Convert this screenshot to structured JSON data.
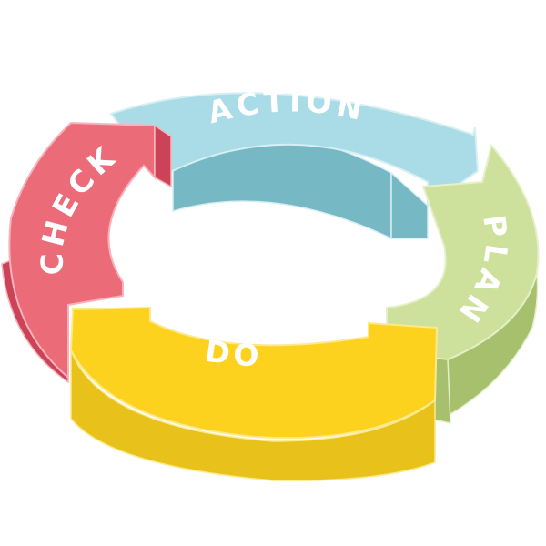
{
  "diagram": {
    "segments": [
      {
        "id": "action",
        "label": "ACTION",
        "top": "#a9dce6",
        "side": "#76b8c3",
        "edge": "#d5eff3"
      },
      {
        "id": "plan",
        "label": "PLAN",
        "top": "#cde09c",
        "side": "#a6c06e",
        "edge": "#e6f0c8"
      },
      {
        "id": "do",
        "label": "DO",
        "top": "#fcd21f",
        "side": "#e8c21b",
        "edge": "#fde98c"
      },
      {
        "id": "check",
        "label": "CHECK",
        "top": "#ec6b79",
        "side": "#cc4257",
        "edge": "#f6b3bb"
      }
    ]
  }
}
